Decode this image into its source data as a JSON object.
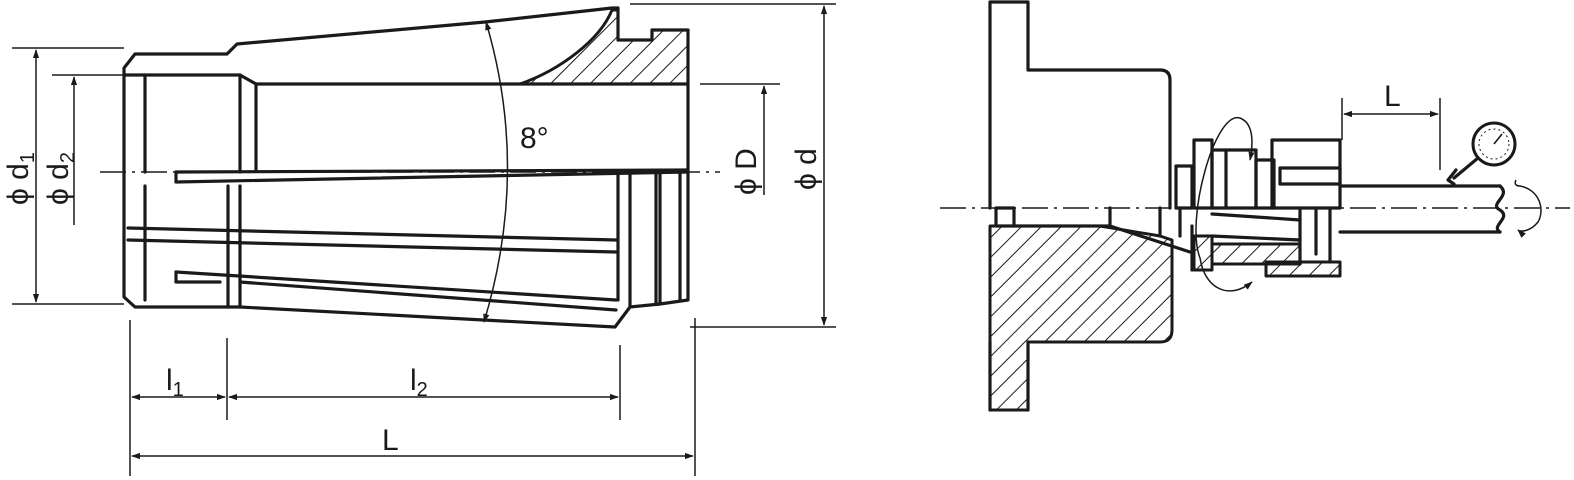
{
  "collet_view": {
    "angle_label": "8°",
    "dims": {
      "d1": {
        "prefix": "ϕ d",
        "sub": "1"
      },
      "d2": {
        "prefix": "ϕ d",
        "sub": "2"
      },
      "D": {
        "text": "ϕ D"
      },
      "d": {
        "text": "ϕ d"
      },
      "l1": {
        "prefix": "l",
        "sub": "1"
      },
      "l2": {
        "prefix": "l",
        "sub": "2"
      },
      "L": {
        "text": "L"
      }
    }
  },
  "setup_view": {
    "dims": {
      "L": {
        "text": "L"
      }
    },
    "icons": [
      "dial-indicator-icon",
      "rotation-arrow-icon"
    ]
  }
}
